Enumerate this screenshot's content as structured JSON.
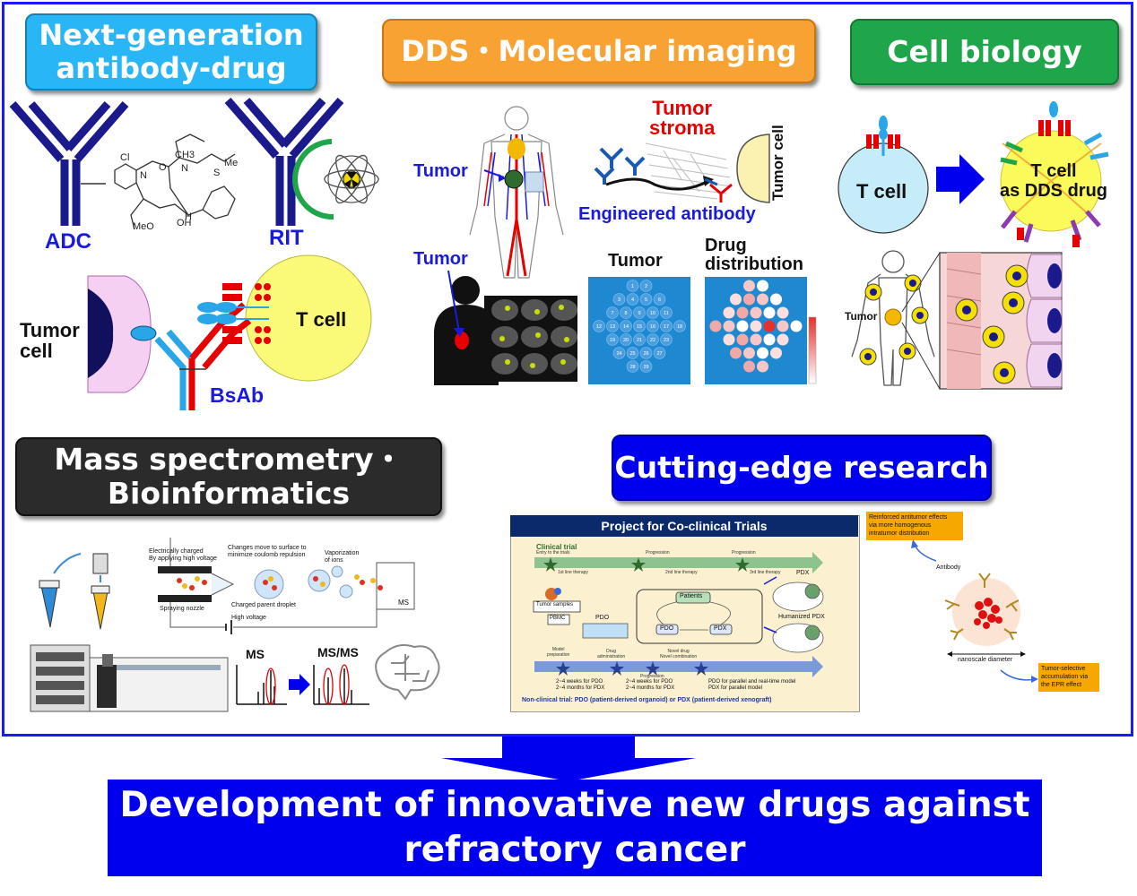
{
  "headers": {
    "antibody": "Next-generation antibody-drug",
    "dds": "DDS・Molecular imaging",
    "cell": "Cell biology",
    "mass_line1": "Mass spectrometry・",
    "mass_line2": "Bioinformatics",
    "cutting": "Cutting-edge research"
  },
  "antibody_panel": {
    "adc": "ADC",
    "rit": "RIT",
    "tumor_cell_line1": "Tumor",
    "tumor_cell_line2": "cell",
    "t_cell": "T cell",
    "bsab": "BsAb",
    "chem": {
      "ch3": "CH3",
      "cl": "Cl",
      "n1": "N",
      "n2": "N",
      "o": "O",
      "me": "Me",
      "s": "S",
      "meo": "MeO",
      "oh": "OH",
      "h": "H"
    }
  },
  "dds_panel": {
    "tumor_body": "Tumor",
    "tumor_stroma_line1": "Tumor",
    "tumor_stroma_line2": "stroma",
    "tumor_cell_vertical": "Tumor cell",
    "engineered_antibody": "Engineered antibody",
    "tumor_patient": "Tumor",
    "tumor_grid_title": "Tumor",
    "drug_dist_line1": "Drug",
    "drug_dist_line2": "distribution",
    "grid_numbers": [
      "1",
      "2",
      "3",
      "4",
      "5",
      "6",
      "7",
      "8",
      "9",
      "10",
      "11",
      "12",
      "13",
      "14",
      "15",
      "16",
      "17",
      "18",
      "19",
      "20",
      "21",
      "22",
      "23",
      "24",
      "25",
      "26",
      "27",
      "28",
      "29"
    ]
  },
  "cell_panel": {
    "t_cell": "T cell",
    "t_cell_drug_line1": "T cell",
    "t_cell_drug_line2": "as DDS drug",
    "tumor": "Tumor"
  },
  "mass_panel": {
    "electrically_charged": "Electrically charged",
    "by_applying_voltage": "By applying high voltage",
    "changes_move_line1": "Changes move to surface to",
    "changes_move_line2": "minimize coulomb repulsion",
    "vaporization_line1": "Vaporization",
    "vaporization_line2": "of ions",
    "spraying_nozzle": "Spraying nozzle",
    "charged_parent": "Charged parent droplet",
    "high_voltage": "High voltage",
    "ms_box": "MS",
    "ms": "MS",
    "msms": "MS/MS"
  },
  "cocl_panel": {
    "title": "Project for Co-clinical Trials",
    "clinical_trial": "Clinical trial",
    "entry": "Entry to the trials",
    "progression1": "Progression",
    "progression2": "Progression",
    "first_line": "1st line therapy",
    "second_line": "2nd line therapy",
    "third_line": "3rd line therapy",
    "tumor_samples": "Tumor samples",
    "pbmc": "PBMC",
    "pdo_top": "PDO",
    "patients": "Patients",
    "pdo_box": "PDO",
    "pdx_box": "PDX",
    "pdx_label": "PDX",
    "humanized_pdx": "Humanized PDX",
    "model_prep_line1": "Model",
    "model_prep_line2": "preparation",
    "drug_admin_line1": "Drug",
    "drug_admin_line2": "administration",
    "novel_drug_line1": "Novel drug",
    "novel_drug_line2": "Novel combination",
    "progression3": "Progression",
    "weeks_pdo1": "2~4 weeks for PDO",
    "months_pdx1": "2~4 months for PDX",
    "weeks_pdo2": "2~4 weeks for PDO",
    "months_pdx2": "2~4 months for PDX",
    "parallel1": "PDO for parallel and real-time model",
    "parallel2": "PDX for parallel model",
    "nonclinical": "Non-clinical trial: PDO (patient-derived organoid) or PDX (patient-derived xenograft)"
  },
  "epr_panel": {
    "reinforced_line1": "Reinforced antitumor effects",
    "reinforced_line2": "via more homogenous",
    "reinforced_line3": "intratumor distribution",
    "antibody": "Antibody",
    "nanoscale": "nanoscale diameter",
    "selective_line1": "Tumor-selective",
    "selective_line2": "accumulation via",
    "selective_line3": "the EPR effect"
  },
  "bottom": {
    "line1": "Development of innovative new drugs against",
    "line2": "refractory cancer"
  },
  "colors": {
    "frame": "#1a1aff",
    "header_cyan": "#29b6f6",
    "header_orange": "#f7a233",
    "header_green": "#1fa64a",
    "header_dark": "#2b2b2b",
    "header_blue": "#0000ee",
    "label_blue": "#1a1adf",
    "label_red": "#e60000"
  }
}
